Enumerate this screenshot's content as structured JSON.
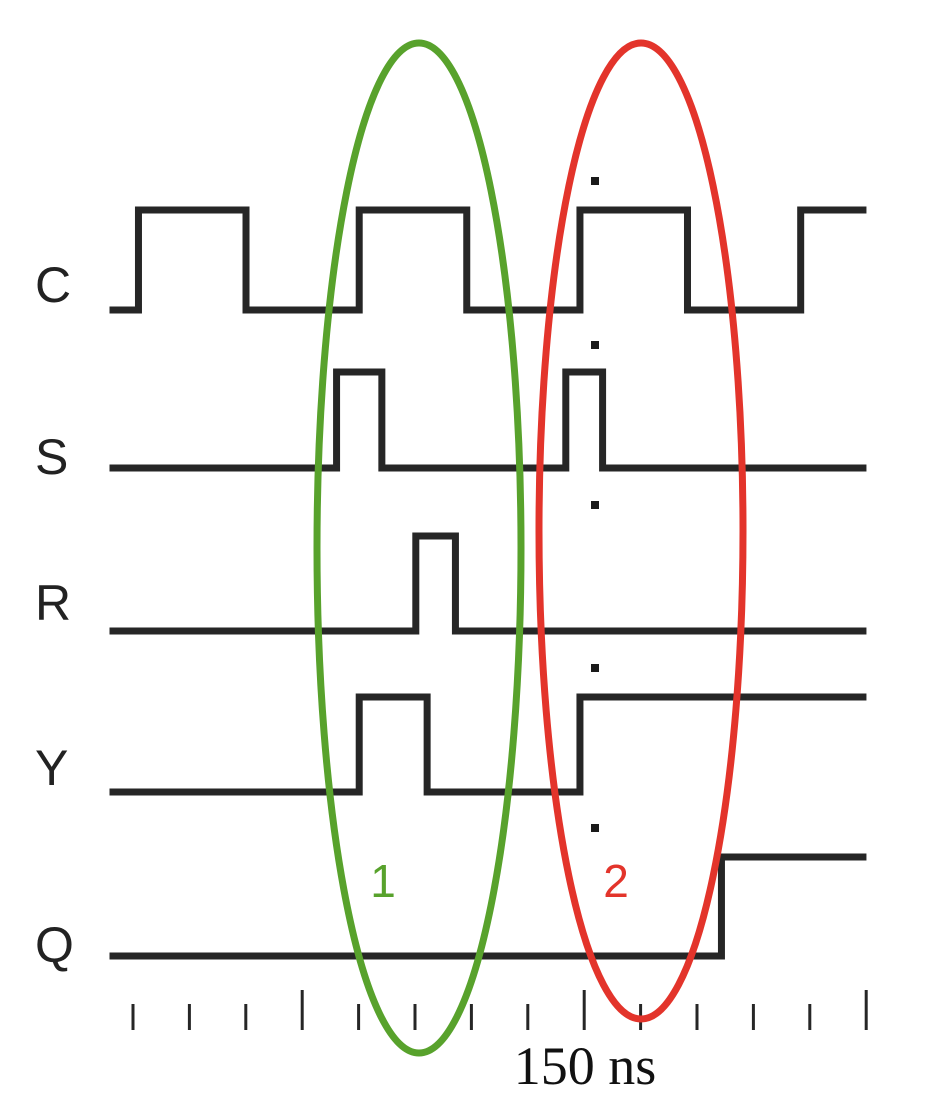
{
  "signals": [
    {
      "name": "C",
      "transitions": [
        [
          0,
          0
        ],
        [
          0.45,
          1
        ],
        [
          2.35,
          0
        ],
        [
          4.35,
          1
        ],
        [
          6.25,
          0
        ],
        [
          8.25,
          1
        ],
        [
          10.15,
          0
        ],
        [
          12.15,
          1
        ],
        [
          13.25,
          1
        ]
      ]
    },
    {
      "name": "S",
      "transitions": [
        [
          0,
          0
        ],
        [
          3.95,
          1
        ],
        [
          4.75,
          0
        ],
        [
          8.0,
          1
        ],
        [
          8.65,
          0
        ],
        [
          13.25,
          0
        ]
      ]
    },
    {
      "name": "R",
      "transitions": [
        [
          0,
          0
        ],
        [
          5.35,
          1
        ],
        [
          6.05,
          0
        ],
        [
          13.25,
          0
        ]
      ]
    },
    {
      "name": "Y",
      "transitions": [
        [
          0,
          0
        ],
        [
          4.35,
          1
        ],
        [
          5.55,
          0
        ],
        [
          8.25,
          1
        ],
        [
          13.25,
          1
        ]
      ]
    },
    {
      "name": "Q",
      "transitions": [
        [
          0,
          0
        ],
        [
          10.75,
          1
        ],
        [
          13.25,
          1
        ]
      ]
    }
  ],
  "groups": [
    {
      "label": "1",
      "color": "#58a22c"
    },
    {
      "label": "2",
      "color": "#e3342b"
    }
  ],
  "time_label": "150 ns",
  "tick_count": 14,
  "colors": {
    "trace": "#262626",
    "background": "#ffffff"
  }
}
